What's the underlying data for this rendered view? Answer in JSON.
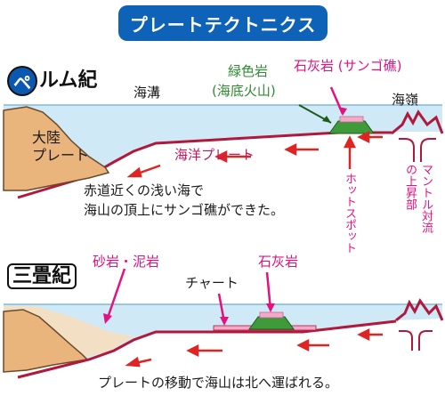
{
  "title": "プレートテクトニクス",
  "permian": {
    "era_badge": "ペ",
    "era_rest": "ルム紀",
    "trench": "海溝",
    "continent_line1": "大陸",
    "continent_line2": "プレート",
    "greenrock_line1": "緑色岩",
    "greenrock_line2": "(海底火山)",
    "limestone_coral": "石灰岩 (サンゴ礁)",
    "ridge": "海嶺",
    "oceanic_plate": "海洋プレート",
    "hotspot": "ホットスポット",
    "mantle_line1": "マントル対流",
    "mantle_line2": "の上昇部",
    "caption_line1": "赤道近くの浅い海で",
    "caption_line2": "海山の頂上にサンゴ礁ができた。"
  },
  "triassic": {
    "era": "三畳紀",
    "sandstone": "砂岩・泥岩",
    "chert": "チャート",
    "limestone": "石灰岩",
    "caption": "プレートの移動で海山は北へ運ばれる。"
  },
  "colors": {
    "title_bg": "#0e63b8",
    "sea": "#cfe9f7",
    "land": "#e9b57c",
    "sand": "#f3e0c4",
    "plate_line": "#b0183c",
    "seamount": "#3f9a3a",
    "limestone": "#f5a9c9",
    "green_text": "#2f8a32",
    "pink_text": "#e4117f"
  }
}
